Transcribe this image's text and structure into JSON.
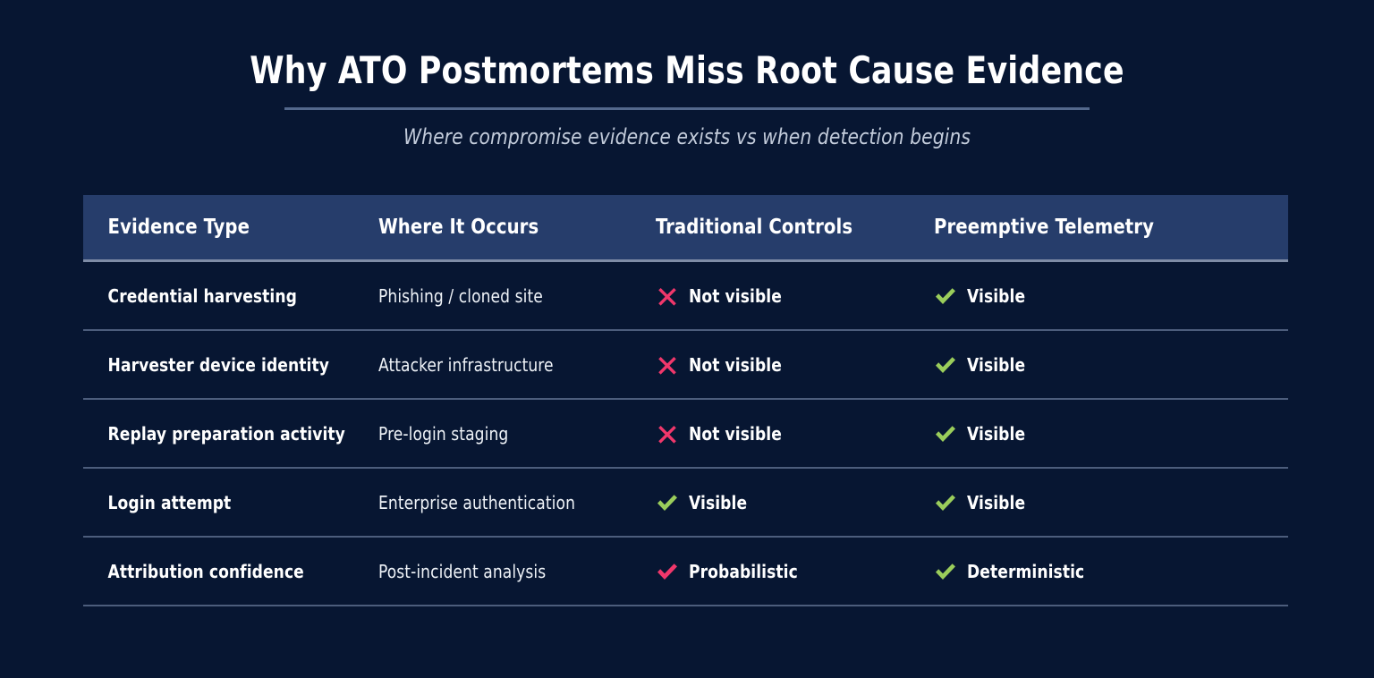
{
  "header": {
    "title": "Why ATO Postmortems Miss Root Cause Evidence",
    "subtitle": "Where compromise evidence exists vs when detection begins"
  },
  "colors": {
    "background": "#071632",
    "header_band": "#263D6B",
    "title_text": "#FFFFFF",
    "subtitle_text": "#C3CCDB",
    "rule": "#53688C",
    "row_divider": "#4C5D7C",
    "negative": "#F0376B",
    "positive": "#9ACD5B"
  },
  "table": {
    "columns": [
      "Evidence Type",
      "Where It Occurs",
      "Traditional Controls",
      "Preemptive Telemetry"
    ],
    "rows": [
      {
        "evidence_type": "Credential harvesting",
        "where_it_occurs": "Phishing / cloned site",
        "traditional": {
          "icon": "cross-icon",
          "label": "Not visible",
          "state": "negative"
        },
        "preemptive": {
          "icon": "check-icon",
          "label": "Visible",
          "state": "positive"
        }
      },
      {
        "evidence_type": "Harvester device identity",
        "where_it_occurs": "Attacker infrastructure",
        "traditional": {
          "icon": "cross-icon",
          "label": "Not visible",
          "state": "negative"
        },
        "preemptive": {
          "icon": "check-icon",
          "label": "Visible",
          "state": "positive"
        }
      },
      {
        "evidence_type": "Replay preparation activity",
        "where_it_occurs": "Pre-login staging",
        "traditional": {
          "icon": "cross-icon",
          "label": "Not visible",
          "state": "negative"
        },
        "preemptive": {
          "icon": "check-icon",
          "label": "Visible",
          "state": "positive"
        }
      },
      {
        "evidence_type": "Login attempt",
        "where_it_occurs": "Enterprise authentication",
        "traditional": {
          "icon": "check-icon",
          "label": "Visible",
          "state": "positive"
        },
        "preemptive": {
          "icon": "check-icon",
          "label": "Visible",
          "state": "positive"
        }
      },
      {
        "evidence_type": "Attribution confidence",
        "where_it_occurs": "Post-incident analysis",
        "traditional": {
          "icon": "check-icon",
          "label": "Probabilistic",
          "state": "negative"
        },
        "preemptive": {
          "icon": "check-icon",
          "label": "Deterministic",
          "state": "positive"
        }
      }
    ]
  }
}
